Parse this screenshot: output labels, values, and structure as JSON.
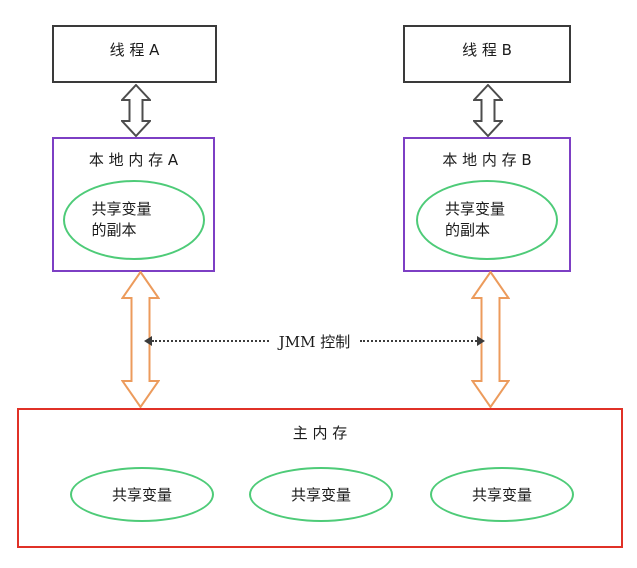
{
  "threads": [
    {
      "label": "线 程 A"
    },
    {
      "label": "线 程 B"
    }
  ],
  "local_memories": [
    {
      "title": "本 地 内 存 A",
      "ellipse_line1": "共享变量",
      "ellipse_line2": "的副本"
    },
    {
      "title": "本 地 内 存 B",
      "ellipse_line1": "共享变量",
      "ellipse_line2": "的副本"
    }
  ],
  "jmm_control": {
    "label": "JMM 控制"
  },
  "main_memory": {
    "title": "主 内 存",
    "variables": [
      "共享变量",
      "共享变量",
      "共享变量"
    ]
  },
  "colors": {
    "thread_border": "#3a3a3a",
    "local_border": "#7d3fc4",
    "ellipse_stroke": "#4ecb78",
    "main_border": "#e03127",
    "gray_arrow": "#4d4d4d",
    "orange_arrow": "#ec9b5c",
    "dotted_line": "#3c3c3c",
    "text": "#1b1b1b",
    "background": "#ffffff"
  }
}
